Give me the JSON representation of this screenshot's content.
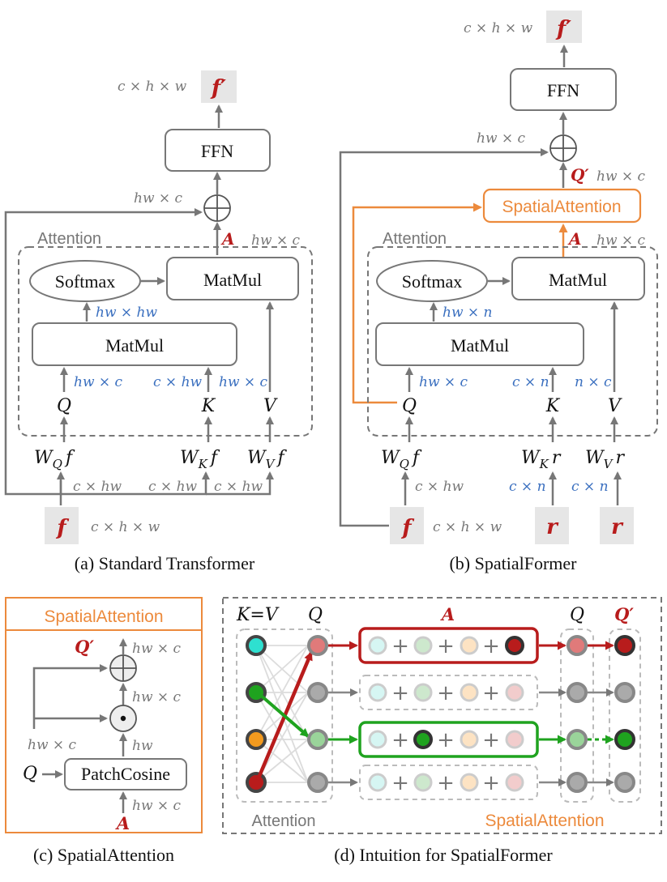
{
  "panel_a": {
    "group_label": "Attention",
    "softmax": "Softmax",
    "matmul_top": "MatMul",
    "matmul_bottom": "MatMul",
    "ffn": "FFN",
    "output": "f′",
    "output_dim": "c × h × w",
    "residual_dim": "hw × c",
    "A": "A",
    "A_dim": "hw × c",
    "attn_dim": "hw × hw",
    "q_dim": "hw × c",
    "k_dim": "c × hw",
    "v_dim": "hw × c",
    "Q": "Q",
    "K": "K",
    "V": "V",
    "wq": "W_Q f",
    "wk": "W_K f",
    "wv": "W_V f",
    "in_dim_1": "c × hw",
    "in_dim_2": "c × hw",
    "in_dim_3": "c × hw",
    "input": "f",
    "input_dim": "c × h × w",
    "caption": "(a) Standard Transformer"
  },
  "panel_b": {
    "group_label": "Attention",
    "softmax": "Softmax",
    "matmul_top": "MatMul",
    "matmul_bottom": "MatMul",
    "ffn": "FFN",
    "spatial_attention": "SpatialAttention",
    "output": "f′",
    "output_dim": "c × h × w",
    "residual_dim": "hw × c",
    "Qp": "Q′",
    "Qp_dim": "hw × c",
    "A": "A",
    "A_dim": "hw × c",
    "attn_dim": "hw × n",
    "q_dim": "hw × c",
    "k_dim": "c × n",
    "v_dim": "n × c",
    "Q": "Q",
    "K": "K",
    "V": "V",
    "wq": "W_Q f",
    "wk": "W_K r",
    "wv": "W_V r",
    "in_dim_q": "c × hw",
    "in_dim_k": "c × n",
    "in_dim_v": "c × n",
    "input": "f",
    "input_dim": "c × h × w",
    "r1": "r",
    "r2": "r",
    "caption": "(b) SpatialFormer"
  },
  "panel_c": {
    "title": "SpatialAttention",
    "Qp": "Q′",
    "out_dim": "hw × c",
    "mid_dim": "hw × c",
    "hw": "hw",
    "left_dim": "hw × c",
    "Q": "Q",
    "patch_cosine": "PatchCosine",
    "A_dim": "hw × c",
    "A": "A",
    "caption": "(c) SpatialAttention"
  },
  "panel_d": {
    "kv": "K=V",
    "Q_left": "Q",
    "A": "A",
    "Q_right": "Q",
    "Qp": "Q′",
    "attention": "Attention",
    "spatial_attention": "SpatialAttention",
    "caption": "(d) Intuition for SpatialFormer",
    "colors": {
      "cyan": "#2ee0d0",
      "green": "#1fa31f",
      "orange": "#f39a1e",
      "red": "#b81c1c",
      "gray": "#9a9a9a"
    }
  },
  "colors": {
    "orange_accent": "#ec8a3c",
    "red_accent": "#b81c1c",
    "blue_dim": "#3a6fbf",
    "gray_line": "#777777"
  }
}
